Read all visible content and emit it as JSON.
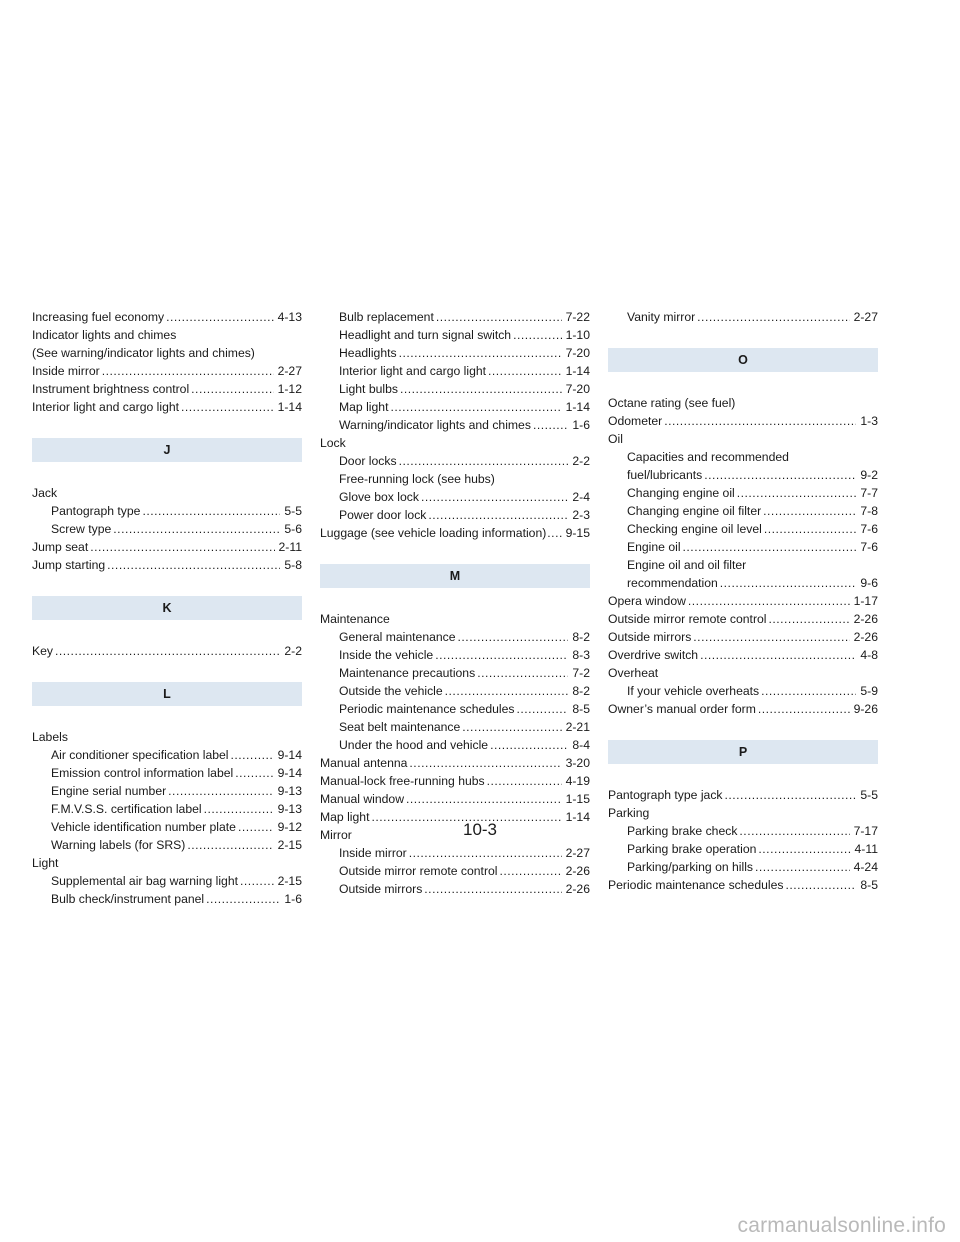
{
  "colors": {
    "letter_bar": "#dde7f1"
  },
  "sections": {
    "J": "J",
    "K": "K",
    "L": "L",
    "M": "M",
    "O": "O",
    "P": "P"
  },
  "col1": {
    "increasing_fuel": {
      "t": "Increasing fuel economy",
      "p": "4-13"
    },
    "indicator_lights": "Indicator lights and chimes",
    "see_warning": "(See warning/indicator lights and chimes)",
    "inside_mirror": {
      "t": "Inside mirror",
      "p": "2-27"
    },
    "instrument_brightness": {
      "t": "Instrument brightness control",
      "p": "1-12"
    },
    "interior_light": {
      "t": "Interior light and cargo light",
      "p": "1-14"
    },
    "jack": "Jack",
    "pantograph_type": {
      "t": "Pantograph type",
      "p": "5-5"
    },
    "screw_type": {
      "t": "Screw type",
      "p": "5-6"
    },
    "jump_seat": {
      "t": "Jump seat",
      "p": "2-11"
    },
    "jump_starting": {
      "t": "Jump starting",
      "p": "5-8"
    },
    "key": {
      "t": "Key",
      "p": "2-2"
    },
    "labels": "Labels",
    "air_conditioner_label": {
      "t": "Air conditioner specification label",
      "p": "9-14"
    },
    "emission_label": {
      "t": "Emission control information label",
      "p": "9-14"
    },
    "engine_serial": {
      "t": "Engine serial number",
      "p": "9-13"
    },
    "fmvss_label": {
      "t": "F.M.V.S.S. certification label",
      "p": "9-13"
    },
    "vin_plate": {
      "t": "Vehicle identification number plate",
      "p": "9-12"
    },
    "warning_labels_srs": {
      "t": "Warning labels (for SRS)",
      "p": "2-15"
    },
    "light": "Light",
    "supplemental_air_bag": {
      "t": "Supplemental air bag warning light",
      "p": "2-15"
    },
    "bulb_check": {
      "t": "Bulb check/instrument panel",
      "p": "1-6"
    }
  },
  "col2": {
    "bulb_replacement": {
      "t": "Bulb replacement",
      "p": "7-22"
    },
    "headlight_switch": {
      "t": "Headlight and turn signal switch",
      "p": "1-10"
    },
    "headlights": {
      "t": "Headlights",
      "p": "7-20"
    },
    "interior_cargo_light": {
      "t": "Interior light and cargo light",
      "p": "1-14"
    },
    "light_bulbs": {
      "t": "Light bulbs",
      "p": "7-20"
    },
    "map_light": {
      "t": "Map light",
      "p": "1-14"
    },
    "warning_chimes": {
      "t": "Warning/indicator lights and chimes",
      "p": "1-6"
    },
    "lock": "Lock",
    "door_locks": {
      "t": "Door locks",
      "p": "2-2"
    },
    "free_running_lock": "Free-running lock (see hubs)",
    "glove_box_lock": {
      "t": "Glove box lock",
      "p": "2-4"
    },
    "power_door_lock": {
      "t": "Power door lock",
      "p": "2-3"
    },
    "luggage": {
      "t": "Luggage (see vehicle loading information)",
      "p": "9-15"
    },
    "maintenance": "Maintenance",
    "general_maintenance": {
      "t": "General maintenance",
      "p": "8-2"
    },
    "inside_vehicle": {
      "t": "Inside the vehicle",
      "p": "8-3"
    },
    "maintenance_precautions": {
      "t": "Maintenance precautions",
      "p": "7-2"
    },
    "outside_vehicle": {
      "t": "Outside the vehicle",
      "p": "8-2"
    },
    "periodic_schedules": {
      "t": "Periodic maintenance schedules",
      "p": "8-5"
    },
    "seat_belt_maintenance": {
      "t": "Seat belt maintenance",
      "p": "2-21"
    },
    "under_hood": {
      "t": "Under the hood and vehicle",
      "p": "8-4"
    },
    "manual_antenna": {
      "t": "Manual antenna",
      "p": "3-20"
    },
    "manual_lock_hubs": {
      "t": "Manual-lock free-running hubs",
      "p": "4-19"
    },
    "manual_window": {
      "t": "Manual window",
      "p": "1-15"
    },
    "map_light_top": {
      "t": "Map light",
      "p": "1-14"
    },
    "mirror": "Mirror",
    "inside_mirror": {
      "t": "Inside mirror",
      "p": "2-27"
    },
    "outside_mirror_remote": {
      "t": "Outside mirror remote control",
      "p": "2-26"
    },
    "outside_mirrors": {
      "t": "Outside mirrors",
      "p": "2-26"
    }
  },
  "col3": {
    "vanity_mirror": {
      "t": "Vanity mirror",
      "p": "2-27"
    },
    "octane_rating": "Octane rating (see fuel)",
    "odometer": {
      "t": "Odometer",
      "p": "1-3"
    },
    "oil": "Oil",
    "capacities": "Capacities and recommended",
    "fuel_lubricants": {
      "t": "fuel/lubricants",
      "p": "9-2"
    },
    "changing_oil": {
      "t": "Changing engine oil",
      "p": "7-7"
    },
    "changing_filter": {
      "t": "Changing engine oil filter",
      "p": "7-8"
    },
    "checking_level": {
      "t": "Checking engine oil level",
      "p": "7-6"
    },
    "engine_oil": {
      "t": "Engine oil",
      "p": "7-6"
    },
    "engine_oil_filter": "Engine oil and oil filter",
    "recommendation": {
      "t": "recommendation",
      "p": "9-6"
    },
    "opera_window": {
      "t": "Opera window",
      "p": "1-17"
    },
    "outside_mirror_remote": {
      "t": "Outside mirror remote control",
      "p": "2-26"
    },
    "outside_mirrors": {
      "t": "Outside mirrors",
      "p": "2-26"
    },
    "overdrive_switch": {
      "t": "Overdrive switch",
      "p": "4-8"
    },
    "overheat": "Overheat",
    "if_overheats": {
      "t": "If your vehicle overheats",
      "p": "5-9"
    },
    "order_form": {
      "t": "Owner’s manual order form",
      "p": "9-26"
    },
    "pantograph_jack": {
      "t": "Pantograph type jack",
      "p": "5-5"
    },
    "parking": "Parking",
    "parking_brake_check": {
      "t": "Parking brake check",
      "p": "7-17"
    },
    "parking_brake_operation": {
      "t": "Parking brake operation",
      "p": "4-11"
    },
    "parking_on_hills": {
      "t": "Parking/parking on hills",
      "p": "4-24"
    },
    "periodic_schedules": {
      "t": "Periodic maintenance schedules",
      "p": "8-5"
    }
  },
  "page_number": "10-3",
  "watermark": "carmanualsonline.info"
}
